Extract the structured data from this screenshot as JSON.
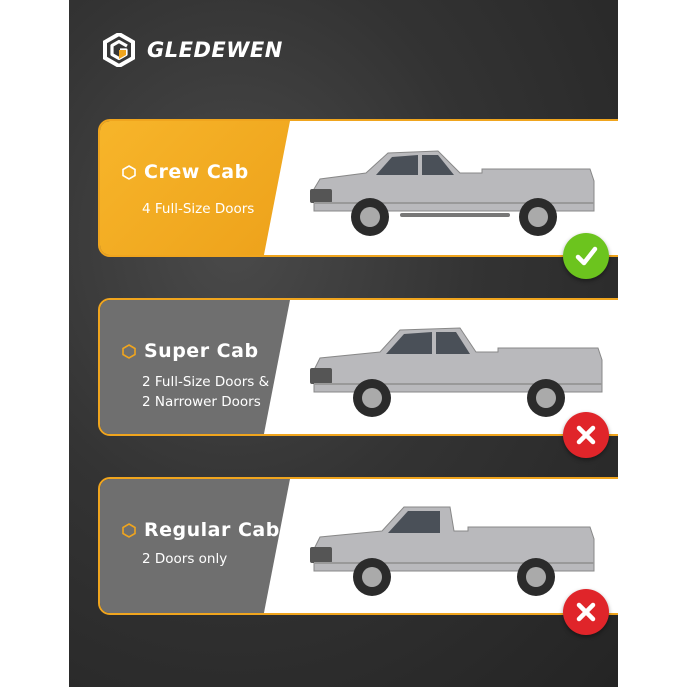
{
  "brand": {
    "name": "GLEDEWEN",
    "logo_icon": "hexagon-g-logo"
  },
  "colors": {
    "accent": "#f0a51e",
    "selected_panel": "#f4ae23",
    "unselected_panel": "#6f6f6f",
    "check": "#6cc41e",
    "cross": "#e0252a"
  },
  "options": [
    {
      "title": "Crew Cab",
      "description": "4 Full-Size Doors",
      "status": "compatible",
      "status_icon": "check-icon"
    },
    {
      "title": "Super Cab",
      "description": "2 Full-Size Doors &\n2 Narrower Doors",
      "status": "incompatible",
      "status_icon": "cross-icon"
    },
    {
      "title": "Regular Cab",
      "description": "2 Doors only",
      "status": "incompatible",
      "status_icon": "cross-icon"
    }
  ]
}
